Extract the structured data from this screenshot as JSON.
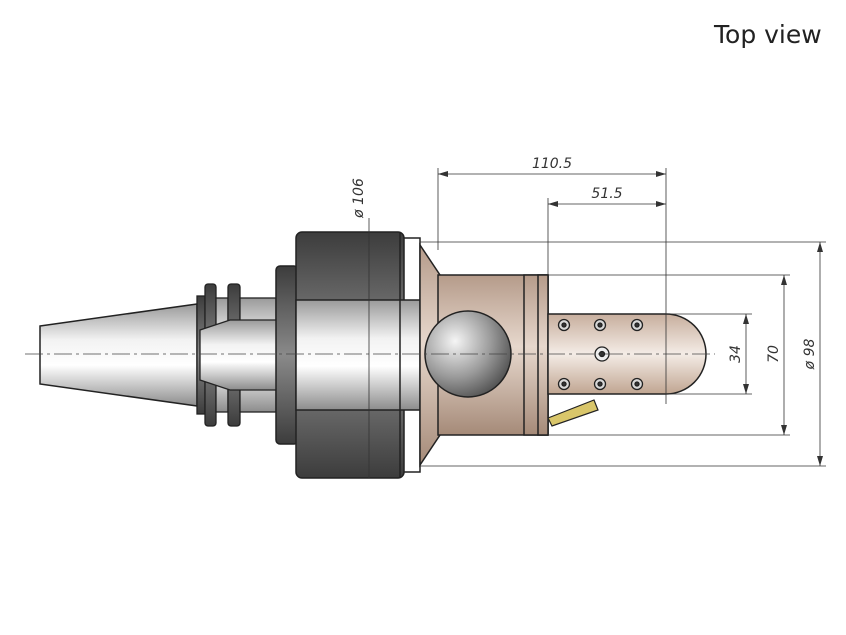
{
  "title": "Top view",
  "dimensions": {
    "length_overall": "110.5",
    "length_nose": "51.5",
    "diameter_flange": "ø 106",
    "width_nose": "34",
    "width_body": "70",
    "diameter_body": "ø 98"
  },
  "colors": {
    "steel_light": "#e8e8e8",
    "steel_dark": "#555555",
    "body": "#c9b3a4",
    "insert": "#d9c66a",
    "line": "#222222"
  }
}
